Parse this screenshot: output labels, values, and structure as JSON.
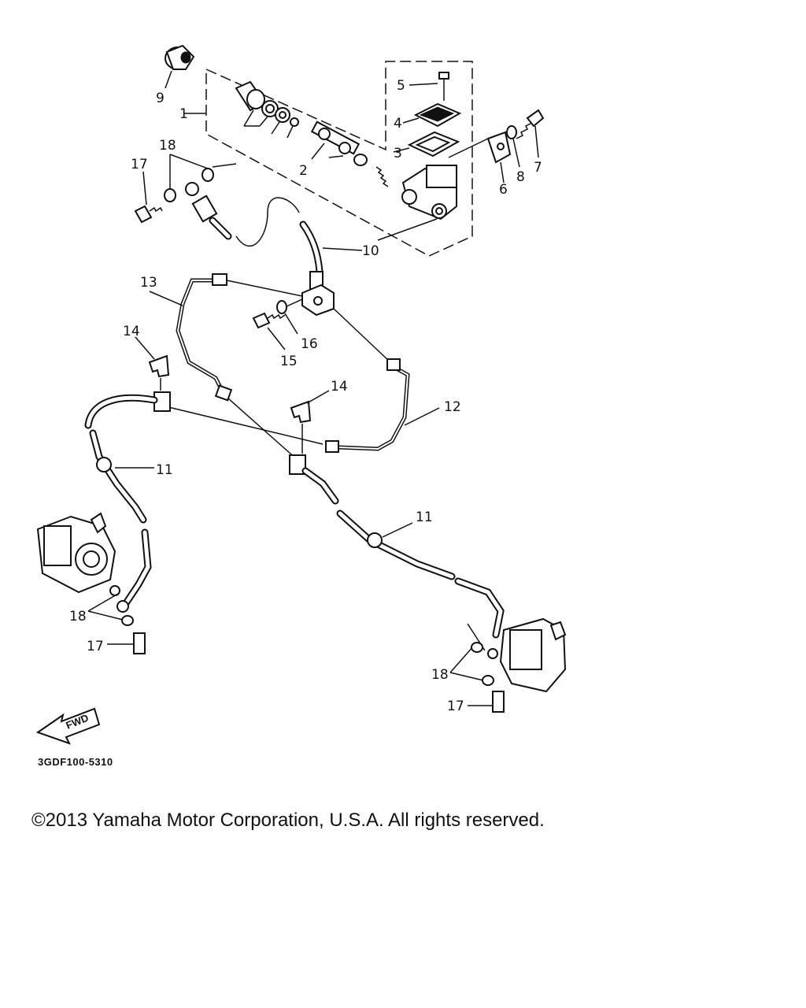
{
  "diagram": {
    "part_code": "3GDF100-5310",
    "fwd_label": "FWD",
    "callouts": {
      "c1": "1",
      "c2": "2",
      "c3": "3",
      "c4": "4",
      "c5": "5",
      "c6": "6",
      "c7": "7",
      "c8": "8",
      "c9": "9",
      "c10": "10",
      "c11a": "11",
      "c11b": "11",
      "c12": "12",
      "c13": "13",
      "c14a": "14",
      "c14b": "14",
      "c15": "15",
      "c16": "16",
      "c17a": "17",
      "c17b": "17",
      "c17c": "17",
      "c18a": "18",
      "c18b": "18",
      "c18c": "18"
    }
  },
  "copyright": "©2013 Yamaha Motor Corporation, U.S.A. All rights reserved."
}
